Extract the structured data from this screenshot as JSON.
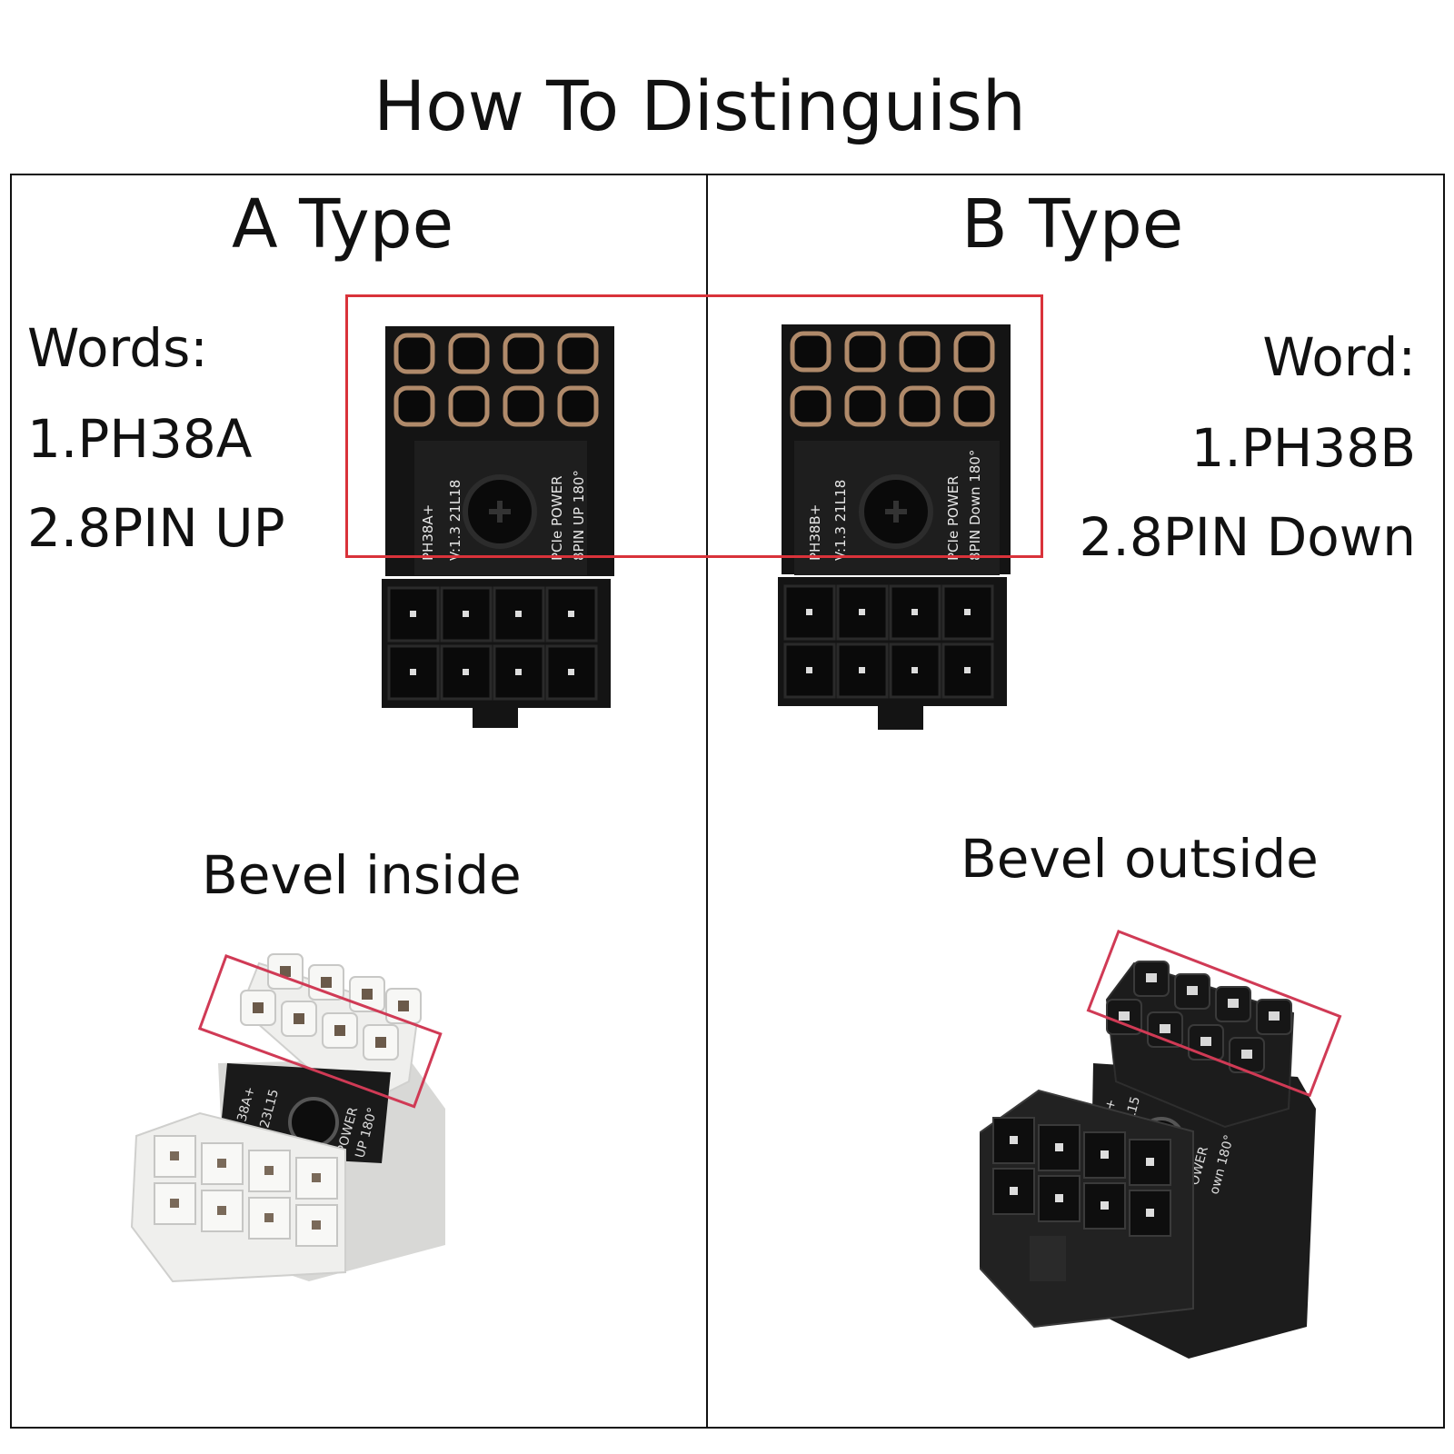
{
  "title": "How To Distinguish",
  "a_type": {
    "heading": "A Type",
    "words_label": "Words:",
    "word_1": "1.PH38A",
    "word_2": "2.8PIN UP",
    "bevel": "Bevel inside",
    "board_text": [
      "PH38A+",
      "V:1.3  21L18",
      "PCIe POWER",
      "8PIN UP 180°"
    ],
    "photo_text": [
      "38A+",
      "23L15",
      "POWER",
      "UP 180°"
    ],
    "photo_color": "#efefed"
  },
  "b_type": {
    "heading": "B Type",
    "words_label": "Word:",
    "word_1": "1.PH38B",
    "word_2": "2.8PIN Down",
    "bevel": "Bevel outside",
    "board_text": [
      "PH38B+",
      "V:1.3  21L18",
      "PCIe POWER",
      "8PIN Down 180°"
    ],
    "photo_text": [
      "8B+",
      "21L15",
      "OWER",
      "own 180°"
    ],
    "photo_color": "#1c1c1c"
  },
  "colors": {
    "highlight": "#d9323a",
    "highlight_small": "#d03a55",
    "connector": "#141414",
    "pin": "#b08a6a"
  }
}
